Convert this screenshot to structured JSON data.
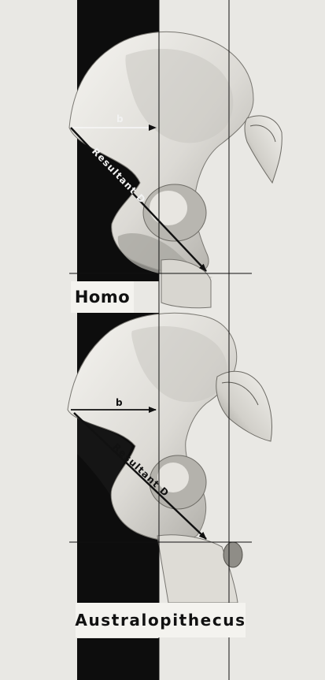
{
  "figure": {
    "labels": {
      "upper_specimen": "Homo",
      "lower_specimen": "Australopithecus",
      "upper_b": "b",
      "upper_resultant": "Resultant D",
      "lower_b": "b",
      "lower_resultant": "Resultant D"
    },
    "colors": {
      "background": "#e9e8e4",
      "black_band": "#0d0d0d",
      "bone_light": "#efeeea",
      "bone_shadow": "#9d9b95",
      "line": "#111111"
    }
  }
}
